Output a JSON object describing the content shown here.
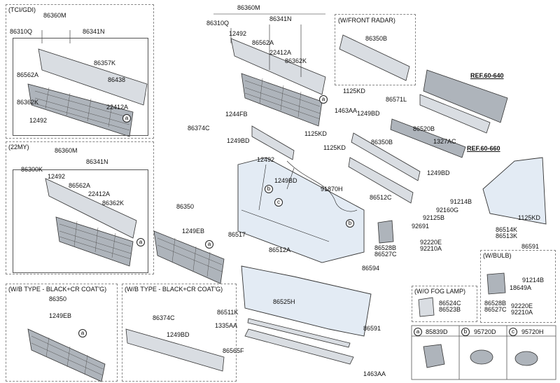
{
  "sections": {
    "tci_gdi": "(TCI/GDI)",
    "my22": "(22MY)",
    "front_radar": "(W/FRONT RADAR)",
    "wb_type_1": "(W/B TYPE - BLACK+CR COAT'G)",
    "wb_type_2": "(W/B TYPE - BLACK+CR COAT'G)",
    "wo_fog": "(W/O FOG LAMP)",
    "w_bulb": "(W/BULB)"
  },
  "refs": {
    "ref1": "REF.60-640",
    "ref2": "REF.60-660"
  },
  "legend": [
    {
      "letter": "a",
      "part": "85839D"
    },
    {
      "letter": "b",
      "part": "95720D"
    },
    {
      "letter": "c",
      "part": "95720H"
    }
  ],
  "labels": {
    "l1": "86360M",
    "l2": "86310Q",
    "l3": "86341N",
    "l4": "86357K",
    "l5": "86562A",
    "l6": "86438",
    "l7": "86362K",
    "l8": "22412A",
    "l9": "12492",
    "l10": "86360M",
    "l11": "86300K",
    "l12": "86341N",
    "l13": "12492",
    "l14": "86562A",
    "l15": "22412A",
    "l16": "86362K",
    "l17": "86350",
    "l18": "1249EB",
    "l19": "86374C",
    "l20": "1249BD",
    "l21": "86360M",
    "l22": "86310Q",
    "l23": "86341N",
    "l24": "12492",
    "l25": "86562A",
    "l26": "22412A",
    "l27": "86362K",
    "l28": "1125KD",
    "l29": "1463AA",
    "l30": "1244FB",
    "l31": "86374C",
    "l32": "1125KD",
    "l33": "1249BD",
    "l34": "1125KD",
    "l35": "12492",
    "l36": "1249BD",
    "l37": "91870H",
    "l38": "86350",
    "l39": "1249EB",
    "l40": "86517",
    "l41": "86512A",
    "l42": "86594",
    "l43": "86525H",
    "l44": "86511K",
    "l45": "1335AA",
    "l46": "86591",
    "l47": "86565F",
    "l48": "1463AA",
    "l49": "86350B",
    "l50": "86571L",
    "l51": "1249BD",
    "l52": "86520B",
    "l53": "1327AC",
    "l54": "86350B",
    "l55": "1249BD",
    "l56": "86512C",
    "l57": "91214B",
    "l58": "92160G",
    "l59": "92125B",
    "l60": "92691",
    "l61": "86528B",
    "l62": "86527C",
    "l63": "92220E",
    "l64": "92210A",
    "l65": "1125KD",
    "l66": "86514K",
    "l67": "86513K",
    "l68": "86591",
    "l69": "86524C",
    "l70": "86523B",
    "l71": "91214B",
    "l72": "18649A",
    "l73": "86528B",
    "l74": "86527C",
    "l75": "92220E",
    "l76": "92210A"
  }
}
